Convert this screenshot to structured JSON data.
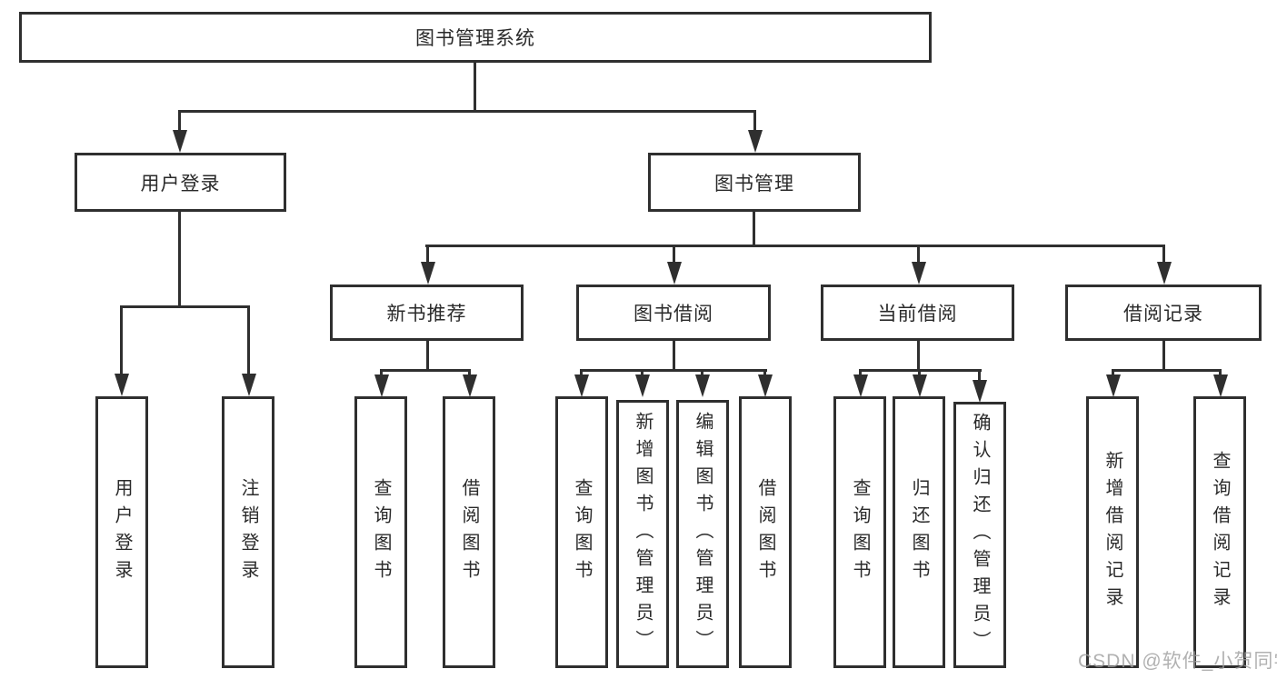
{
  "diagram": {
    "root": "图书管理系统",
    "level2": {
      "user_login": "用户登录",
      "book_management": "图书管理"
    },
    "level3": {
      "new_book_recommend": "新书推荐",
      "book_borrow": "图书借阅",
      "current_borrow": "当前借阅",
      "borrow_records": "借阅记录"
    },
    "leaves": {
      "user": [
        "用户登录",
        "注销登录"
      ],
      "new_book": [
        "查询图书",
        "借阅图书"
      ],
      "borrow": [
        "查询图书",
        "新增图书（管理员）",
        "编辑图书（管理员）",
        "借阅图书"
      ],
      "current": [
        "查询图书",
        "归还图书",
        "确认归还（管理员）"
      ],
      "records": [
        "新增借阅记录",
        "查询借阅记录"
      ]
    },
    "colors": {
      "line": "#2f2f2f",
      "text": "#2a2a2a",
      "background": "#ffffff",
      "watermark_text": "#9e9e9e"
    },
    "watermark": "CSDN @软件_小贺同学"
  }
}
